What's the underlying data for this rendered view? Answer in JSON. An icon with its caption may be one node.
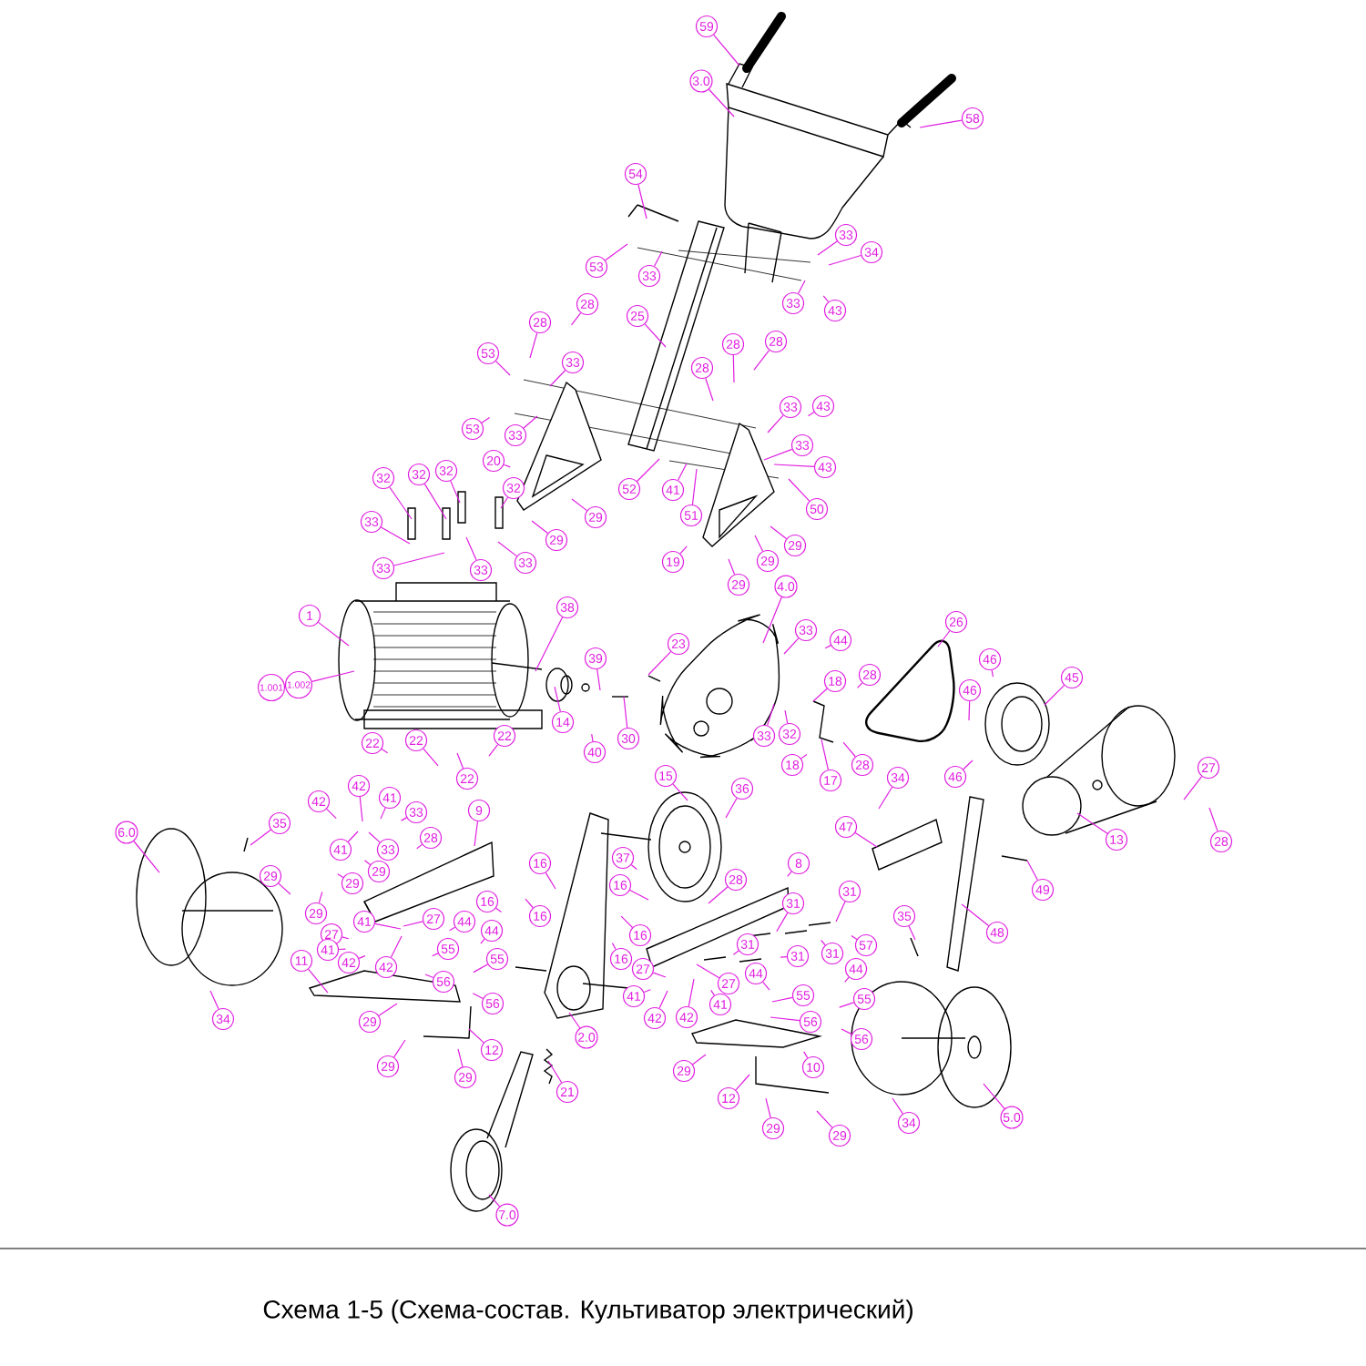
{
  "diagram": {
    "caption": "Схема 1-5 (Схема-состав. Культиватор электрический)",
    "nodes": [
      {
        "text": [
          "59"
        ]
      },
      {
        "text": [
          "3.0"
        ]
      },
      {
        "text": [
          "58"
        ]
      },
      {
        "text": [
          "54"
        ]
      },
      {
        "text": [
          "53"
        ]
      },
      {
        "text": [
          "33"
        ]
      },
      {
        "text": [
          "33"
        ]
      },
      {
        "text": [
          "34"
        ]
      },
      {
        "text": [
          "33"
        ]
      },
      {
        "text": [
          "43"
        ]
      },
      {
        "text": [
          "28"
        ]
      },
      {
        "text": [
          "28"
        ]
      },
      {
        "text": [
          "25"
        ]
      },
      {
        "text": [
          "53"
        ]
      },
      {
        "text": [
          "33"
        ]
      },
      {
        "text": [
          "28"
        ]
      },
      {
        "text": [
          "28"
        ]
      },
      {
        "text": [
          "28"
        ]
      },
      {
        "text": [
          "53"
        ]
      },
      {
        "text": [
          "33"
        ]
      },
      {
        "text": [
          "33"
        ]
      },
      {
        "text": [
          "43"
        ]
      },
      {
        "text": [
          "33"
        ]
      },
      {
        "text": [
          "43"
        ]
      },
      {
        "text": [
          "20"
        ]
      },
      {
        "text": [
          "52"
        ]
      },
      {
        "text": [
          "41"
        ]
      },
      {
        "text": [
          "51"
        ]
      },
      {
        "text": [
          "50"
        ]
      },
      {
        "text": [
          "32"
        ]
      },
      {
        "text": [
          "32"
        ]
      },
      {
        "text": [
          "32"
        ]
      },
      {
        "text": [
          "32"
        ]
      },
      {
        "text": [
          "29"
        ]
      },
      {
        "text": [
          "29"
        ]
      },
      {
        "text": [
          "33"
        ]
      },
      {
        "text": [
          "33"
        ]
      },
      {
        "text": [
          "33"
        ]
      },
      {
        "text": [
          "33"
        ]
      },
      {
        "text": [
          "19"
        ]
      },
      {
        "text": [
          "29"
        ]
      },
      {
        "text": [
          "29"
        ]
      },
      {
        "text": [
          "29"
        ]
      },
      {
        "text": [
          "1"
        ]
      },
      {
        "text": [
          "1.002"
        ]
      },
      {
        "text": [
          "38"
        ]
      },
      {
        "text": [
          "39"
        ]
      },
      {
        "text": [
          "14"
        ]
      },
      {
        "text": [
          "40"
        ]
      },
      {
        "text": [
          "30"
        ]
      },
      {
        "text": [
          "23"
        ]
      },
      {
        "text": [
          "4.0"
        ]
      },
      {
        "text": [
          "33"
        ]
      },
      {
        "text": [
          "44"
        ]
      },
      {
        "text": [
          "18"
        ]
      },
      {
        "text": [
          "28"
        ]
      },
      {
        "text": [
          "33"
        ]
      },
      {
        "text": [
          "32"
        ]
      },
      {
        "text": [
          "18"
        ]
      },
      {
        "text": [
          "28"
        ]
      },
      {
        "text": [
          "17"
        ]
      },
      {
        "text": [
          "26"
        ]
      },
      {
        "text": [
          "46"
        ]
      },
      {
        "text": [
          "46"
        ]
      },
      {
        "text": [
          "45"
        ]
      },
      {
        "text": [
          "46"
        ]
      },
      {
        "text": [
          "27"
        ]
      },
      {
        "text": [
          "28"
        ]
      },
      {
        "text": [
          "13"
        ]
      },
      {
        "text": [
          "22"
        ]
      },
      {
        "text": [
          "22"
        ]
      },
      {
        "text": [
          "22"
        ]
      },
      {
        "text": [
          "22"
        ]
      },
      {
        "text": [
          "15"
        ]
      },
      {
        "text": [
          "36"
        ]
      },
      {
        "text": [
          "34"
        ]
      },
      {
        "text": [
          "47"
        ]
      },
      {
        "text": [
          "49"
        ]
      },
      {
        "text": [
          "48"
        ]
      },
      {
        "text": [
          "6.0"
        ]
      },
      {
        "text": [
          "35"
        ]
      },
      {
        "text": [
          "42"
        ]
      },
      {
        "text": [
          "42"
        ]
      },
      {
        "text": [
          "41"
        ]
      },
      {
        "text": [
          "33"
        ]
      },
      {
        "text": [
          "41"
        ]
      },
      {
        "text": [
          "33"
        ]
      },
      {
        "text": [
          "28"
        ]
      },
      {
        "text": [
          "9"
        ]
      },
      {
        "text": [
          "29"
        ]
      },
      {
        "text": [
          "29"
        ]
      },
      {
        "text": [
          "29"
        ]
      },
      {
        "text": [
          "29"
        ]
      },
      {
        "text": [
          "27"
        ]
      },
      {
        "text": [
          "41"
        ]
      },
      {
        "text": [
          "27"
        ]
      },
      {
        "text": [
          "41"
        ]
      },
      {
        "text": [
          "42"
        ]
      },
      {
        "text": [
          "42"
        ]
      },
      {
        "text": [
          "44"
        ]
      },
      {
        "text": [
          "55"
        ]
      },
      {
        "text": [
          "44"
        ]
      },
      {
        "text": [
          "55"
        ]
      },
      {
        "text": [
          "56"
        ]
      },
      {
        "text": [
          "56"
        ]
      },
      {
        "text": [
          "11"
        ]
      },
      {
        "text": [
          "29"
        ]
      },
      {
        "text": [
          "12"
        ]
      },
      {
        "text": [
          "29"
        ]
      },
      {
        "text": [
          "29"
        ]
      },
      {
        "text": [
          "34"
        ]
      },
      {
        "text": [
          "16"
        ]
      },
      {
        "text": [
          "16"
        ]
      },
      {
        "text": [
          "16"
        ]
      },
      {
        "text": [
          "37"
        ]
      },
      {
        "text": [
          "16"
        ]
      },
      {
        "text": [
          "16"
        ]
      },
      {
        "text": [
          "16"
        ]
      },
      {
        "text": [
          "28"
        ]
      },
      {
        "text": [
          "8"
        ]
      },
      {
        "text": [
          "31"
        ]
      },
      {
        "text": [
          "31"
        ]
      },
      {
        "text": [
          "31"
        ]
      },
      {
        "text": [
          "31"
        ]
      },
      {
        "text": [
          "31"
        ]
      },
      {
        "text": [
          "57"
        ]
      },
      {
        "text": [
          "35"
        ]
      },
      {
        "text": [
          "27"
        ]
      },
      {
        "text": [
          "41"
        ]
      },
      {
        "text": [
          "42"
        ]
      },
      {
        "text": [
          "42"
        ]
      },
      {
        "text": [
          "27"
        ]
      },
      {
        "text": [
          "41"
        ]
      },
      {
        "text": [
          "44"
        ]
      },
      {
        "text": [
          "44"
        ]
      },
      {
        "text": [
          "55"
        ]
      },
      {
        "text": [
          "55"
        ]
      },
      {
        "text": [
          "56"
        ]
      },
      {
        "text": [
          "56"
        ]
      },
      {
        "text": [
          "10"
        ]
      },
      {
        "text": [
          "29"
        ]
      },
      {
        "text": [
          "12"
        ]
      },
      {
        "text": [
          "29"
        ]
      },
      {
        "text": [
          "29"
        ]
      },
      {
        "text": [
          "34"
        ]
      },
      {
        "text": [
          "5.0"
        ]
      },
      {
        "text": [
          "2.0"
        ]
      },
      {
        "text": [
          "21"
        ]
      },
      {
        "text": [
          "7.0"
        ]
      },
      {
        "text": [
          "1.001"
        ]
      }
    ],
    "edges": [
      {
        "from": 0,
        "to": null,
        "arrow": "none"
      },
      {
        "from": 1,
        "to": null,
        "arrow": "none"
      },
      {
        "from": 2,
        "to": null,
        "arrow": "none"
      },
      {
        "from": 3,
        "to": null,
        "arrow": "none"
      },
      {
        "from": 4,
        "to": null,
        "arrow": "none"
      },
      {
        "from": 5,
        "to": null,
        "arrow": "none"
      },
      {
        "from": 6,
        "to": null,
        "arrow": "none"
      },
      {
        "from": 7,
        "to": null,
        "arrow": "none"
      },
      {
        "from": 8,
        "to": null,
        "arrow": "none"
      },
      {
        "from": 9,
        "to": null,
        "arrow": "none"
      },
      {
        "from": 10,
        "to": null,
        "arrow": "none"
      },
      {
        "from": 11,
        "to": null,
        "arrow": "none"
      },
      {
        "from": 12,
        "to": null,
        "arrow": "none"
      },
      {
        "from": 13,
        "to": null,
        "arrow": "none"
      },
      {
        "from": 14,
        "to": null,
        "arrow": "none"
      },
      {
        "from": 15,
        "to": null,
        "arrow": "none"
      },
      {
        "from": 16,
        "to": null,
        "arrow": "none"
      },
      {
        "from": 17,
        "to": null,
        "arrow": "none"
      },
      {
        "from": 18,
        "to": null,
        "arrow": "none"
      },
      {
        "from": 19,
        "to": null,
        "arrow": "none"
      },
      {
        "from": 20,
        "to": null,
        "arrow": "none"
      },
      {
        "from": 21,
        "to": null,
        "arrow": "none"
      },
      {
        "from": 22,
        "to": null,
        "arrow": "none"
      },
      {
        "from": 23,
        "to": null,
        "arrow": "none"
      },
      {
        "from": 24,
        "to": null,
        "arrow": "none"
      },
      {
        "from": 25,
        "to": null,
        "arrow": "none"
      },
      {
        "from": 26,
        "to": null,
        "arrow": "none"
      },
      {
        "from": 27,
        "to": null,
        "arrow": "none"
      },
      {
        "from": 28,
        "to": null,
        "arrow": "none"
      },
      {
        "from": 29,
        "to": null,
        "arrow": "none"
      },
      {
        "from": 30,
        "to": null,
        "arrow": "none"
      },
      {
        "from": 31,
        "to": null,
        "arrow": "none"
      },
      {
        "from": 32,
        "to": null,
        "arrow": "none"
      },
      {
        "from": 33,
        "to": null,
        "arrow": "none"
      },
      {
        "from": 34,
        "to": null,
        "arrow": "none"
      },
      {
        "from": 35,
        "to": null,
        "arrow": "none"
      },
      {
        "from": 36,
        "to": null,
        "arrow": "none"
      },
      {
        "from": 37,
        "to": null,
        "arrow": "none"
      },
      {
        "from": 38,
        "to": null,
        "arrow": "none"
      },
      {
        "from": 39,
        "to": null,
        "arrow": "none"
      },
      {
        "from": 40,
        "to": null,
        "arrow": "none"
      },
      {
        "from": 41,
        "to": null,
        "arrow": "none"
      },
      {
        "from": 42,
        "to": null,
        "arrow": "none"
      },
      {
        "from": 43,
        "to": null,
        "arrow": "none"
      },
      {
        "from": 44,
        "to": null,
        "arrow": "none"
      },
      {
        "from": 45,
        "to": null,
        "arrow": "none"
      },
      {
        "from": 46,
        "to": null,
        "arrow": "none"
      },
      {
        "from": 47,
        "to": null,
        "arrow": "none"
      },
      {
        "from": 48,
        "to": null,
        "arrow": "none"
      },
      {
        "from": 49,
        "to": null,
        "arrow": "none"
      },
      {
        "from": 50,
        "to": null,
        "arrow": "none"
      },
      {
        "from": 51,
        "to": null,
        "arrow": "none"
      },
      {
        "from": 52,
        "to": null,
        "arrow": "none"
      },
      {
        "from": 53,
        "to": null,
        "arrow": "none"
      },
      {
        "from": 54,
        "to": null,
        "arrow": "none"
      },
      {
        "from": 55,
        "to": null,
        "arrow": "none"
      },
      {
        "from": 56,
        "to": null,
        "arrow": "none"
      },
      {
        "from": 57,
        "to": null,
        "arrow": "none"
      },
      {
        "from": 58,
        "to": null,
        "arrow": "none"
      },
      {
        "from": 59,
        "to": null,
        "arrow": "none"
      },
      {
        "from": 60,
        "to": null,
        "arrow": "none"
      },
      {
        "from": 61,
        "to": null,
        "arrow": "none"
      },
      {
        "from": 62,
        "to": null,
        "arrow": "none"
      },
      {
        "from": 63,
        "to": null,
        "arrow": "none"
      },
      {
        "from": 64,
        "to": null,
        "arrow": "none"
      },
      {
        "from": 65,
        "to": null,
        "arrow": "none"
      },
      {
        "from": 66,
        "to": null,
        "arrow": "none"
      },
      {
        "from": 67,
        "to": null,
        "arrow": "none"
      },
      {
        "from": 68,
        "to": null,
        "arrow": "none"
      },
      {
        "from": 69,
        "to": null,
        "arrow": "none"
      },
      {
        "from": 70,
        "to": null,
        "arrow": "none"
      },
      {
        "from": 71,
        "to": null,
        "arrow": "none"
      },
      {
        "from": 72,
        "to": null,
        "arrow": "none"
      },
      {
        "from": 73,
        "to": null,
        "arrow": "none"
      },
      {
        "from": 74,
        "to": null,
        "arrow": "none"
      },
      {
        "from": 75,
        "to": null,
        "arrow": "none"
      },
      {
        "from": 76,
        "to": null,
        "arrow": "none"
      },
      {
        "from": 77,
        "to": null,
        "arrow": "none"
      },
      {
        "from": 78,
        "to": null,
        "arrow": "none"
      },
      {
        "from": 79,
        "to": null,
        "arrow": "none"
      },
      {
        "from": 80,
        "to": null,
        "arrow": "none"
      },
      {
        "from": 81,
        "to": null,
        "arrow": "none"
      },
      {
        "from": 82,
        "to": null,
        "arrow": "none"
      },
      {
        "from": 83,
        "to": null,
        "arrow": "none"
      },
      {
        "from": 84,
        "to": null,
        "arrow": "none"
      },
      {
        "from": 85,
        "to": null,
        "arrow": "none"
      },
      {
        "from": 86,
        "to": null,
        "arrow": "none"
      },
      {
        "from": 87,
        "to": null,
        "arrow": "none"
      },
      {
        "from": 88,
        "to": null,
        "arrow": "none"
      },
      {
        "from": 89,
        "to": null,
        "arrow": "none"
      },
      {
        "from": 90,
        "to": null,
        "arrow": "none"
      },
      {
        "from": 91,
        "to": null,
        "arrow": "none"
      },
      {
        "from": 92,
        "to": null,
        "arrow": "none"
      },
      {
        "from": 93,
        "to": null,
        "arrow": "none"
      },
      {
        "from": 94,
        "to": null,
        "arrow": "none"
      },
      {
        "from": 95,
        "to": null,
        "arrow": "none"
      },
      {
        "from": 96,
        "to": null,
        "arrow": "none"
      },
      {
        "from": 97,
        "to": null,
        "arrow": "none"
      },
      {
        "from": 98,
        "to": null,
        "arrow": "none"
      },
      {
        "from": 99,
        "to": null,
        "arrow": "none"
      },
      {
        "from": 100,
        "to": null,
        "arrow": "none"
      },
      {
        "from": 101,
        "to": null,
        "arrow": "none"
      },
      {
        "from": 102,
        "to": null,
        "arrow": "none"
      },
      {
        "from": 103,
        "to": null,
        "arrow": "none"
      },
      {
        "from": 104,
        "to": null,
        "arrow": "none"
      },
      {
        "from": 105,
        "to": null,
        "arrow": "none"
      },
      {
        "from": 106,
        "to": null,
        "arrow": "none"
      },
      {
        "from": 107,
        "to": null,
        "arrow": "none"
      },
      {
        "from": 108,
        "to": null,
        "arrow": "none"
      },
      {
        "from": 109,
        "to": null,
        "arrow": "none"
      },
      {
        "from": 110,
        "to": null,
        "arrow": "none"
      },
      {
        "from": 111,
        "to": null,
        "arrow": "none"
      },
      {
        "from": 112,
        "to": null,
        "arrow": "none"
      },
      {
        "from": 113,
        "to": null,
        "arrow": "none"
      },
      {
        "from": 114,
        "to": null,
        "arrow": "none"
      },
      {
        "from": 115,
        "to": null,
        "arrow": "none"
      },
      {
        "from": 116,
        "to": null,
        "arrow": "none"
      },
      {
        "from": 117,
        "to": null,
        "arrow": "none"
      },
      {
        "from": 118,
        "to": null,
        "arrow": "none"
      },
      {
        "from": 119,
        "to": null,
        "arrow": "none"
      },
      {
        "from": 120,
        "to": null,
        "arrow": "none"
      },
      {
        "from": 121,
        "to": null,
        "arrow": "none"
      },
      {
        "from": 122,
        "to": null,
        "arrow": "none"
      },
      {
        "from": 123,
        "to": null,
        "arrow": "none"
      },
      {
        "from": 124,
        "to": null,
        "arrow": "none"
      },
      {
        "from": 125,
        "to": null,
        "arrow": "none"
      },
      {
        "from": 126,
        "to": null,
        "arrow": "none"
      },
      {
        "from": 127,
        "to": null,
        "arrow": "none"
      },
      {
        "from": 128,
        "to": null,
        "arrow": "none"
      },
      {
        "from": 129,
        "to": null,
        "arrow": "none"
      },
      {
        "from": 130,
        "to": null,
        "arrow": "none"
      },
      {
        "from": 131,
        "to": null,
        "arrow": "none"
      },
      {
        "from": 132,
        "to": null,
        "arrow": "none"
      },
      {
        "from": 133,
        "to": null,
        "arrow": "none"
      },
      {
        "from": 134,
        "to": null,
        "arrow": "none"
      },
      {
        "from": 135,
        "to": null,
        "arrow": "none"
      },
      {
        "from": 136,
        "to": null,
        "arrow": "none"
      },
      {
        "from": 137,
        "to": null,
        "arrow": "none"
      },
      {
        "from": 138,
        "to": null,
        "arrow": "none"
      },
      {
        "from": 139,
        "to": null,
        "arrow": "none"
      },
      {
        "from": 140,
        "to": null,
        "arrow": "none"
      },
      {
        "from": 141,
        "to": null,
        "arrow": "none"
      },
      {
        "from": 142,
        "to": null,
        "arrow": "none"
      },
      {
        "from": 143,
        "to": null,
        "arrow": "none"
      },
      {
        "from": 144,
        "to": null,
        "arrow": "none"
      },
      {
        "from": 145,
        "to": null,
        "arrow": "none"
      },
      {
        "from": 146,
        "to": null,
        "arrow": "none"
      },
      {
        "from": 147,
        "to": null,
        "arrow": "none"
      },
      {
        "from": 148,
        "to": null,
        "arrow": "none"
      }
    ]
  }
}
